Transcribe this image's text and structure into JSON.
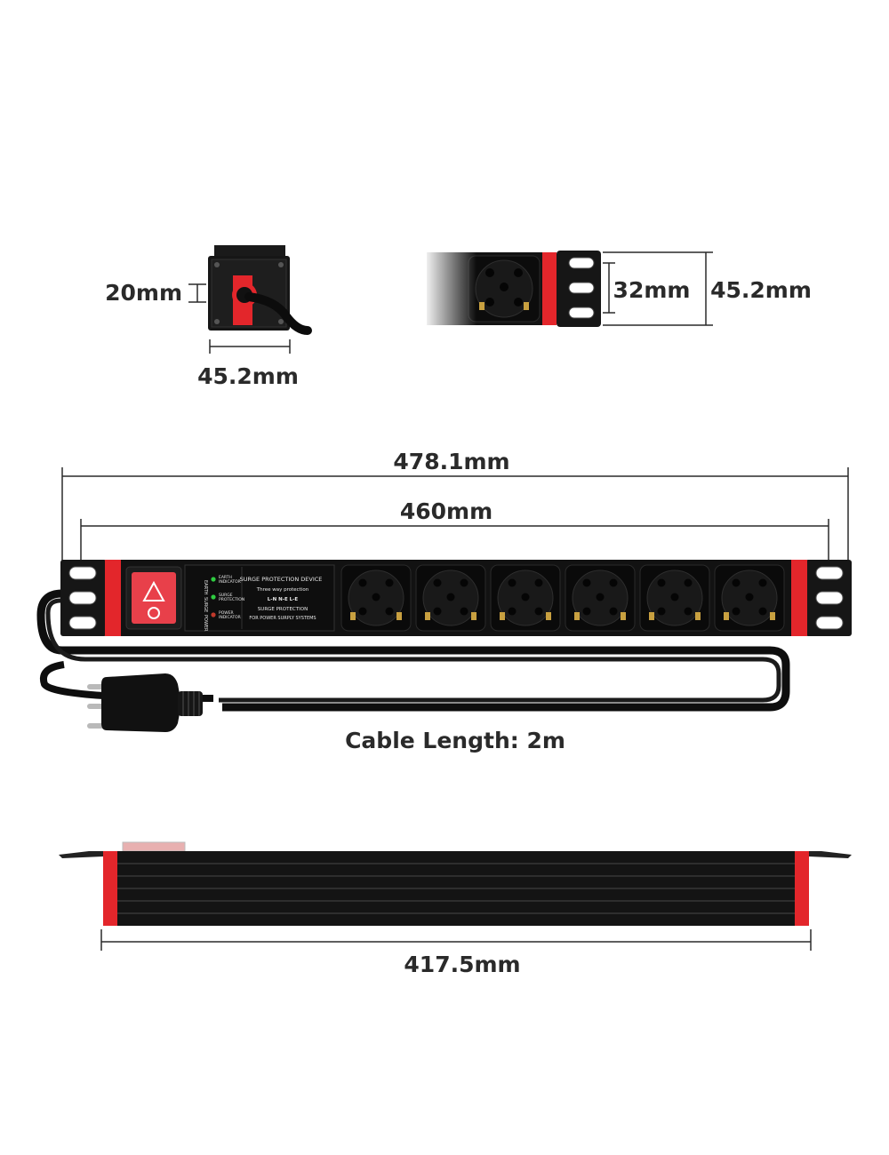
{
  "dimensions": {
    "end_depth": "20mm",
    "end_width": "45.2mm",
    "hole_spacing": "32mm",
    "bracket_height": "45.2mm",
    "total_length": "478.1mm",
    "mount_length": "460mm",
    "body_length": "417.5mm"
  },
  "cable_length": "Cable Length: 2m",
  "panel": {
    "side_labels": [
      "EARTH",
      "SURGE",
      "POWER"
    ],
    "indicators": [
      {
        "label_line1": "EARTH",
        "label_line2": "INDICATOR",
        "color": "#2ecc40"
      },
      {
        "label_line1": "SURGE",
        "label_line2": "PROTECTION",
        "color": "#2ecc40"
      },
      {
        "label_line1": "POWER",
        "label_line2": "INDICATOR",
        "color": "#c0392b"
      }
    ],
    "title": "SURGE PROTECTION DEVICE",
    "line2": "Three way protection",
    "line3": "L-N N-E L-E",
    "line4": "SURGE PROTECTION",
    "line5": "FOR POWER SURPLY SYSTEMS"
  },
  "colors": {
    "body": "#111111",
    "accent": "#e3262b",
    "switch": "#e8404a",
    "dimension_line": "#2a2a2a"
  },
  "outlet_count": 6
}
